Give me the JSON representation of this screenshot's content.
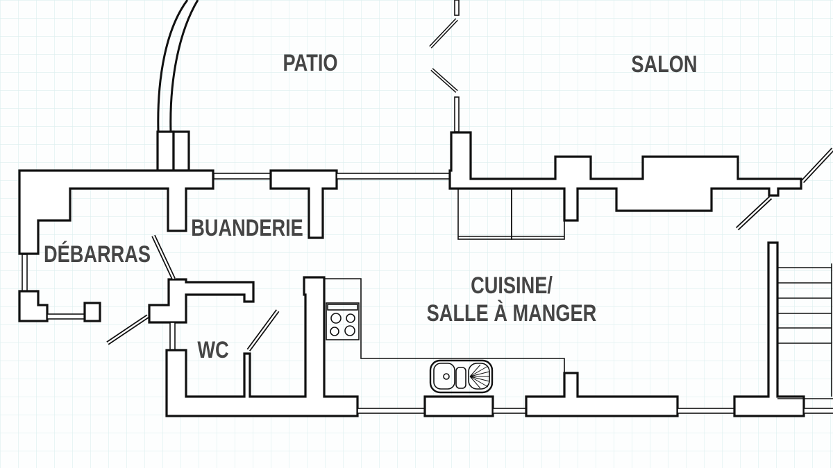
{
  "rooms": {
    "patio": "PATIO",
    "salon": "SALON",
    "buanderie": "BUANDERIE",
    "debarras": "DÉBARRAS",
    "wc": "WC",
    "cuisine_line1": "CUISINE/",
    "cuisine_line2": "SALLE À MANGER"
  },
  "colors": {
    "wall": "#111111",
    "label": "#454545",
    "grid": "#dcefef",
    "background": "#fdfefe"
  }
}
